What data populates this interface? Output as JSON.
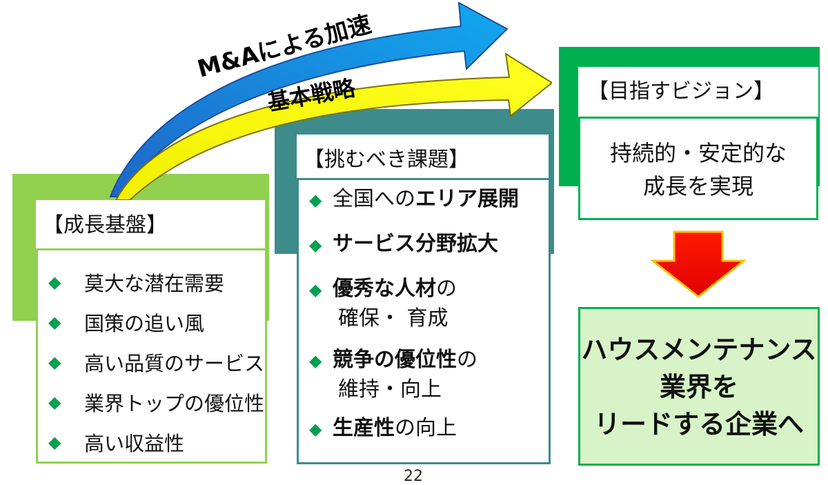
{
  "arrows": {
    "ma_label": "M&Aによる加速",
    "basic_label": "基本戦略"
  },
  "foundation": {
    "title": "【成長基盤】",
    "items": [
      "莫大な潜在需要",
      "国策の追い風",
      "高い品質のサービス",
      "業界トップの優位性",
      "高い収益性"
    ]
  },
  "challenges": {
    "title": "【挑むべき課題】",
    "items": [
      {
        "bold": "",
        "normal": "全国への",
        "bold2": "エリア展開",
        "sub": ""
      },
      {
        "bold": "サービス分野拡大",
        "normal": "",
        "bold2": "",
        "sub": ""
      },
      {
        "bold": "優秀な人材",
        "normal": "の",
        "bold2": "",
        "sub": "確保・ 育成"
      },
      {
        "bold": "競争の優位性",
        "normal": "の",
        "bold2": "",
        "sub": "維持・向上"
      },
      {
        "bold": "生産性",
        "normal": "の向上",
        "bold2": "",
        "sub": ""
      }
    ]
  },
  "vision": {
    "title": "【目指すビジョン】",
    "line1": "持続的・安定的な",
    "line2": "成長を実現"
  },
  "goal": {
    "line1": "ハウスメンテナンス",
    "line2": "業界を",
    "line3": "リードする企業へ"
  },
  "page_number": "22",
  "colors": {
    "light_green": "#92d050",
    "teal": "#3d8b8b",
    "dark_green": "#00b050",
    "arrow_blue": "#1199e8",
    "arrow_yellow": "#ffff00",
    "down_arrow": "#ff0000"
  }
}
